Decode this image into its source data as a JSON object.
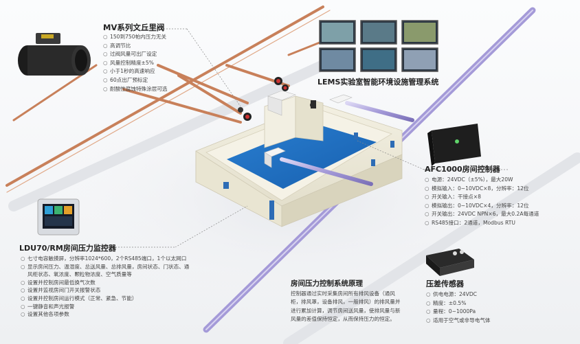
{
  "mv": {
    "title": "MV系列文丘里阀",
    "features": [
      "150到750帕内压力无关",
      "高调节比",
      "过阀风量可出厂设定",
      "风量控制精度±5%",
      "小于1秒的高速响应",
      "60点出厂预标定",
      "耐酸性腐蚀特殊涂层可选"
    ]
  },
  "lems": {
    "title": "LEMS实验室智能环境设施管理系统"
  },
  "afc": {
    "title": "AFC1000房间控制器",
    "features": [
      "电源：24VDC（±5%），最大20W",
      "模拟输入：0~10VDC×8，分辨率：12位",
      "开关输入：干接点×8",
      "模拟输出：0~10VDC×4，分辨率：12位",
      "开关输出：24VDC NPN×6，最大0.2A每通道",
      "RS485接口：2通道，Modbus RTU"
    ]
  },
  "ldu": {
    "title": "LDU70/RM房间压力监控器",
    "features": [
      "七寸电容触摸屏，分辨率1024*600，2个RS485端口，1个以太网口",
      "显示房间压力、温湿度、总送风量、总排风量，房间状态、门状态、通",
      "风柜状态、氧浓度、颗粒物浓度、空气质量等",
      "设置并控制房间最低换气次数",
      "设置并监视房间门开关报警状态",
      "设置并控制房间运行模式（正常、紧急、节能）",
      "一键静音和声光报警",
      "设置其他各项参数"
    ],
    "bullet_flags": [
      true,
      true,
      false,
      true,
      true,
      true,
      true,
      true
    ]
  },
  "principle": {
    "title": "房间压力控制系统原理",
    "lines": [
      "控制器通过实时采集房间所有排风设备（通风",
      "柜，排风罩，设备排风，一般排风）的排风量并",
      "进行累加计算，调节房间送风量，使排风量与新",
      "风量的差值保持恒定，从而保持压力的恒定。"
    ]
  },
  "sensor": {
    "title": "压差传感器",
    "features": [
      "供电电源：24VDC",
      "精度：±0.5%",
      "量程：0~1000Pa",
      "适用于空气或非导电气体"
    ]
  },
  "bullet_char": "○",
  "colors": {
    "floor_blue": "#1f6fc0",
    "copper": "#c8805a",
    "purple_duct": "#9a8fd0"
  }
}
